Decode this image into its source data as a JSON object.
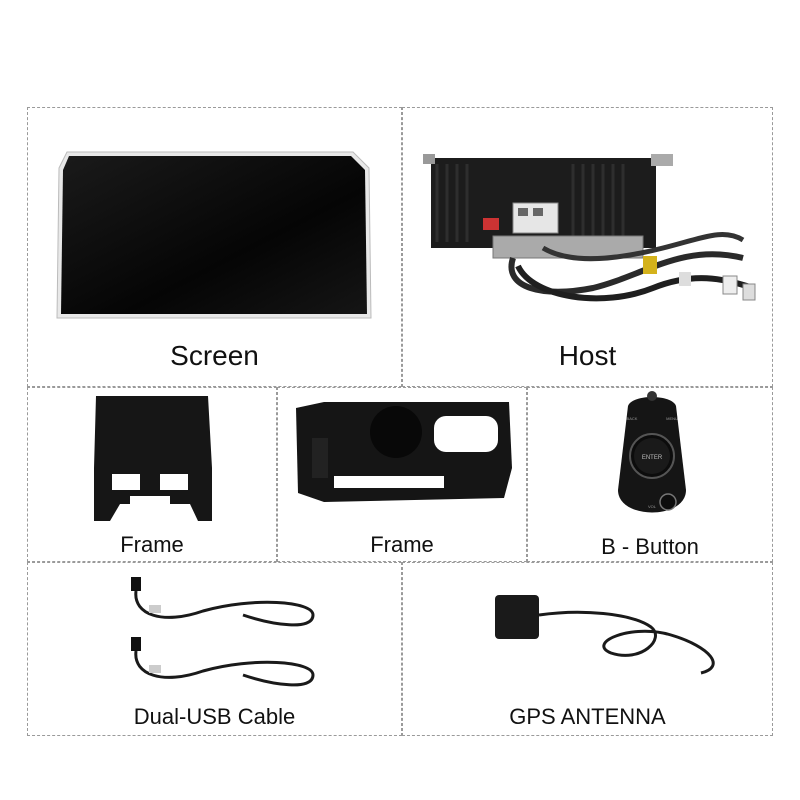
{
  "items": [
    {
      "label": "Screen"
    },
    {
      "label": "Host"
    },
    {
      "label": "Frame"
    },
    {
      "label": "Frame"
    },
    {
      "label": "B - Button"
    },
    {
      "label": "Dual-USB Cable"
    },
    {
      "label": "GPS ANTENNA"
    }
  ],
  "knob_labels": {
    "back": "BACK",
    "menu": "MENU",
    "enter": "ENTER",
    "vol": "VOL"
  }
}
